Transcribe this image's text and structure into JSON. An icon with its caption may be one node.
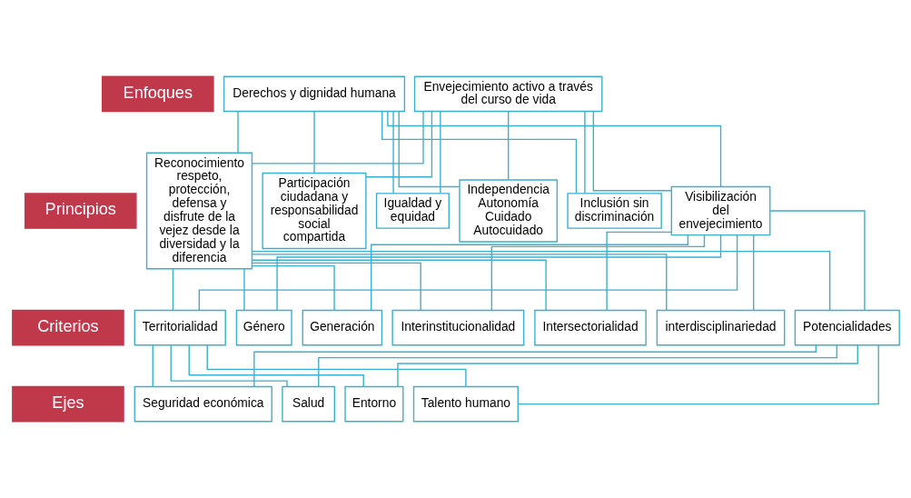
{
  "diagram": {
    "nodes": [
      {
        "text": [
          "Enfoques"
        ]
      },
      {
        "text": [
          "Derechos y dignidad humana"
        ]
      },
      {
        "text": [
          "Envejecimiento activo a través del curso de vida"
        ]
      },
      {
        "text": [
          "Principios"
        ]
      },
      {
        "text": [
          "Reconocimiento respeto, protección, defensa y disfrute de la vejez desde la diversidad y la diferencia"
        ]
      },
      {
        "text": [
          "Participación ciudadana y responsabilidad social compartida"
        ]
      },
      {
        "text": [
          "Igualdad y equidad"
        ]
      },
      {
        "text": [
          "Independencia Autonomía Cuidado Autocuidado"
        ]
      },
      {
        "text": [
          "Inclusión sin discriminación"
        ]
      },
      {
        "text": [
          "Visibilización del envejecimiento"
        ]
      },
      {
        "text": [
          "Criterios"
        ]
      },
      {
        "text": [
          "Territorialidad"
        ]
      },
      {
        "text": [
          "Género"
        ]
      },
      {
        "text": [
          "Generación"
        ]
      },
      {
        "text": [
          "Interinstitucionalidad"
        ]
      },
      {
        "text": [
          "Intersectorialidad"
        ]
      },
      {
        "text": [
          "interdisciplinariedad"
        ]
      },
      {
        "text": [
          "Potencialidades"
        ]
      },
      {
        "text": [
          "Ejes"
        ]
      },
      {
        "text": [
          "Seguridad económica"
        ]
      },
      {
        "text": [
          "Salud"
        ]
      },
      {
        "text": [
          "Entorno"
        ]
      },
      {
        "text": [
          "Talento humano"
        ]
      }
    ],
    "edges": [
      {
        "from": 1,
        "to": 4,
        "arrow": "none"
      },
      {
        "from": 1,
        "to": 5,
        "arrow": "none"
      },
      {
        "from": 1,
        "to": 6,
        "arrow": "none"
      },
      {
        "from": 1,
        "to": 7,
        "arrow": "none"
      },
      {
        "from": 1,
        "to": 8,
        "arrow": "none"
      },
      {
        "from": 1,
        "to": 9,
        "arrow": "none"
      },
      {
        "from": 2,
        "to": 4,
        "arrow": "none"
      },
      {
        "from": 2,
        "to": 5,
        "arrow": "none"
      },
      {
        "from": 2,
        "to": 6,
        "arrow": "none"
      },
      {
        "from": 2,
        "to": 7,
        "arrow": "none"
      },
      {
        "from": 2,
        "to": 8,
        "arrow": "none"
      },
      {
        "from": 2,
        "to": 9,
        "arrow": "none"
      },
      {
        "from": 4,
        "to": 11,
        "arrow": "none"
      },
      {
        "from": 4,
        "to": 12,
        "arrow": "none"
      },
      {
        "from": 4,
        "to": 13,
        "arrow": "none"
      },
      {
        "from": 4,
        "to": 14,
        "arrow": "none"
      },
      {
        "from": 4,
        "to": 15,
        "arrow": "none"
      },
      {
        "from": 4,
        "to": 16,
        "arrow": "none"
      },
      {
        "from": 4,
        "to": 17,
        "arrow": "none"
      },
      {
        "from": 9,
        "to": 11,
        "arrow": "none"
      },
      {
        "from": 9,
        "to": 12,
        "arrow": "none"
      },
      {
        "from": 9,
        "to": 13,
        "arrow": "none"
      },
      {
        "from": 9,
        "to": 14,
        "arrow": "none"
      },
      {
        "from": 9,
        "to": 15,
        "arrow": "none"
      },
      {
        "from": 9,
        "to": 16,
        "arrow": "none"
      },
      {
        "from": 9,
        "to": 17,
        "arrow": "none"
      },
      {
        "from": 11,
        "to": 19,
        "arrow": "none"
      },
      {
        "from": 11,
        "to": 20,
        "arrow": "none"
      },
      {
        "from": 11,
        "to": 21,
        "arrow": "none"
      },
      {
        "from": 11,
        "to": 22,
        "arrow": "none"
      },
      {
        "from": 17,
        "to": 19,
        "arrow": "none"
      },
      {
        "from": 17,
        "to": 20,
        "arrow": "none"
      },
      {
        "from": 17,
        "to": 21,
        "arrow": "none"
      },
      {
        "from": 17,
        "to": 22,
        "arrow": "none"
      }
    ]
  }
}
